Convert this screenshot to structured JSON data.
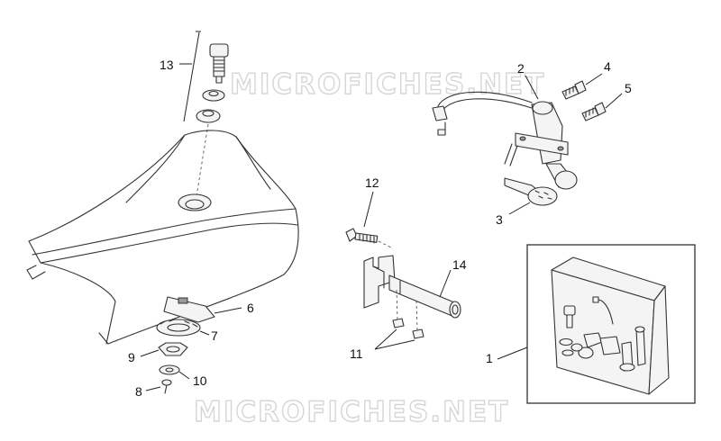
{
  "watermark": "MICROFICHES.NET",
  "callouts": {
    "c1": "1",
    "c2": "2",
    "c3": "3",
    "c4": "4",
    "c5": "5",
    "c6": "6",
    "c7": "7",
    "c8": "8",
    "c9": "9",
    "c10": "10",
    "c11": "11",
    "c12": "12",
    "c13": "13",
    "c14": "14"
  }
}
